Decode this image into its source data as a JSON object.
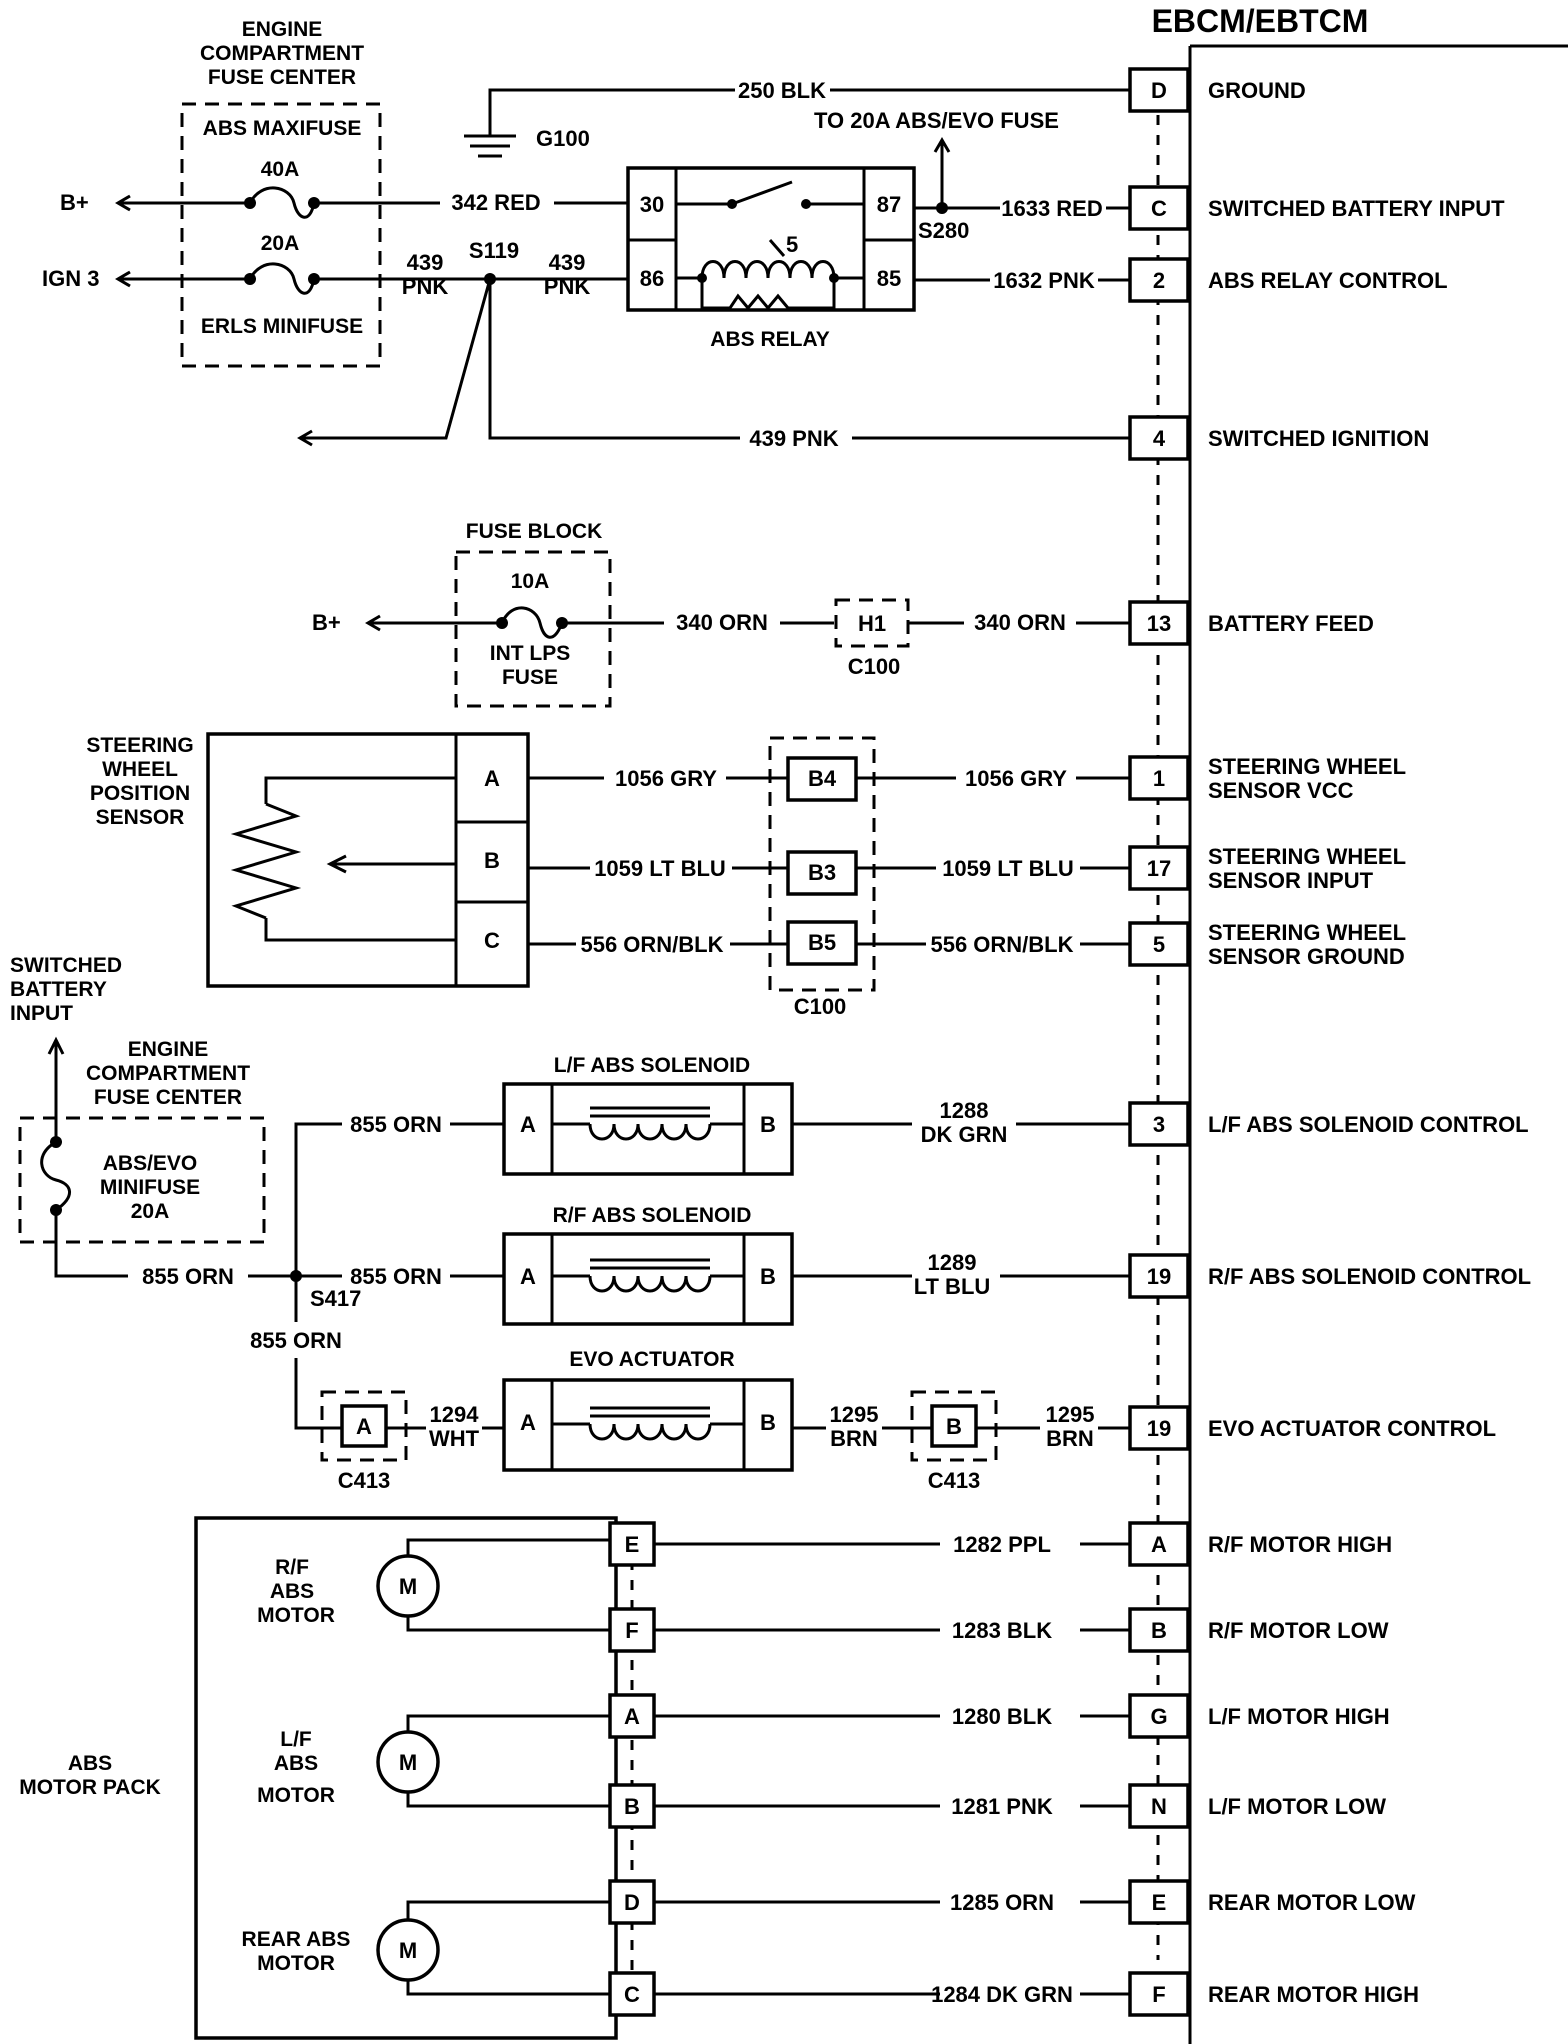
{
  "title": "EBCM/EBTCM",
  "ebcm_pins": [
    {
      "pin": "D",
      "label": "GROUND"
    },
    {
      "pin": "C",
      "label": "SWITCHED BATTERY INPUT"
    },
    {
      "pin": "2",
      "label": "ABS RELAY CONTROL"
    },
    {
      "pin": "4",
      "label": "SWITCHED IGNITION"
    },
    {
      "pin": "13",
      "label": "BATTERY FEED"
    },
    {
      "pin": "1",
      "label1": "STEERING WHEEL",
      "label2": "SENSOR VCC"
    },
    {
      "pin": "17",
      "label1": "STEERING WHEEL",
      "label2": "SENSOR INPUT"
    },
    {
      "pin": "5",
      "label1": "STEERING WHEEL",
      "label2": "SENSOR GROUND"
    },
    {
      "pin": "3",
      "label": "L/F ABS SOLENOID CONTROL"
    },
    {
      "pin": "19",
      "label": "R/F ABS SOLENOID CONTROL"
    },
    {
      "pin": "19",
      "label": "EVO ACTUATOR CONTROL"
    },
    {
      "pin": "A",
      "label": "R/F MOTOR HIGH"
    },
    {
      "pin": "B",
      "label": "R/F MOTOR LOW"
    },
    {
      "pin": "G",
      "label": "L/F MOTOR HIGH"
    },
    {
      "pin": "N",
      "label": "L/F MOTOR LOW"
    },
    {
      "pin": "E",
      "label": "REAR MOTOR LOW"
    },
    {
      "pin": "F",
      "label": "REAR MOTOR HIGH"
    }
  ],
  "fuse_center": {
    "title1": "ENGINE",
    "title2": "COMPARTMENT",
    "title3": "FUSE CENTER",
    "maxifuse": "ABS MAXIFUSE",
    "maxi_rating": "40A",
    "mini_rating": "20A",
    "minifuse": "ERLS MINIFUSE",
    "bplus": "B+",
    "ign3": "IGN 3"
  },
  "ground": {
    "wire": "250 BLK",
    "label": "G100"
  },
  "relay": {
    "label": "ABS RELAY",
    "pins": [
      "30",
      "87",
      "86",
      "85"
    ],
    "coil_num": "5",
    "to_fuse": "TO 20A ABS/EVO FUSE",
    "splice": "S280"
  },
  "wires": {
    "w342": "342 RED",
    "w1633": "1633 RED",
    "w1632": "1632 PNK",
    "w439a1": "439",
    "w439a2": "PNK",
    "w439b1": "439",
    "w439b2": "PNK",
    "s119": "S119",
    "w439c": "439 PNK"
  },
  "fuse_block": {
    "title": "FUSE BLOCK",
    "rating": "10A",
    "name1": "INT LPS",
    "name2": "FUSE",
    "bplus": "B+",
    "w340a": "340 ORN",
    "w340b": "340 ORN",
    "h1": "H1",
    "c100": "C100"
  },
  "steering": {
    "title1": "STEERING",
    "title2": "WHEEL",
    "title3": "POSITION",
    "title4": "SENSOR",
    "pins": [
      "A",
      "B",
      "C"
    ],
    "conn": [
      "B4",
      "B3",
      "B5"
    ],
    "c100": "C100",
    "w1": "1056 GRY",
    "w2": "1059 LT BLU",
    "w3": "556 ORN/BLK"
  },
  "solenoids": {
    "sw_title1": "SWITCHED",
    "sw_title2": "BATTERY",
    "sw_title3": "INPUT",
    "fc1": "ENGINE",
    "fc2": "COMPARTMENT",
    "fc3": "FUSE CENTER",
    "fuse1": "ABS/EVO",
    "fuse2": "MINIFUSE",
    "fuse3": "20A",
    "w855": "855 ORN",
    "s417": "S417",
    "lf": "L/F ABS SOLENOID",
    "rf": "R/F ABS SOLENOID",
    "evo": "EVO ACTUATOR",
    "pa": "A",
    "pb": "B",
    "lf_w1": "1288",
    "lf_w2": "DK GRN",
    "rf_w1": "1289",
    "rf_w2": "LT BLU",
    "w1294a": "1294",
    "w1294b": "WHT",
    "w1295a": "1295",
    "w1295b": "BRN",
    "c413": "C413",
    "c413a": "A",
    "c413b": "B"
  },
  "motor_pack": {
    "title1": "ABS",
    "title2": "MOTOR PACK",
    "rf1": "R/F",
    "rf2": "ABS",
    "rf3": "MOTOR",
    "lf1": "L/F",
    "lf2": "ABS",
    "lf3": "MOTOR",
    "rear1": "REAR ABS",
    "rear2": "MOTOR",
    "m": "M",
    "pins": [
      "E",
      "F",
      "A",
      "B",
      "D",
      "C"
    ],
    "wires": [
      "1282 PPL",
      "1283 BLK",
      "1280 BLK",
      "1281 PNK",
      "1285 ORN",
      "1284 DK GRN"
    ]
  }
}
